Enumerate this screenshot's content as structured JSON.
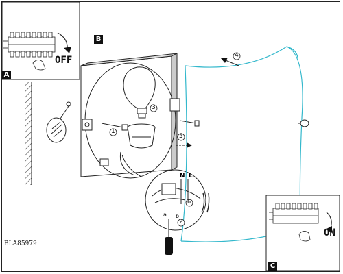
{
  "panels": {
    "a": {
      "label": "A",
      "action_text": "OFF"
    },
    "b": {
      "label": "B"
    },
    "c": {
      "label": "C",
      "action_text": "ON"
    }
  },
  "steps": [
    "1",
    "2",
    "3",
    "4",
    "5",
    "6"
  ],
  "wire_labels": {
    "neutral": "N",
    "live": "L"
  },
  "screw_labels": {
    "a": "a",
    "b": "b"
  },
  "article_code": "BLA85979",
  "colors": {
    "line": "#222222",
    "shade": "#cccccc",
    "glass": "#33b8cc"
  }
}
